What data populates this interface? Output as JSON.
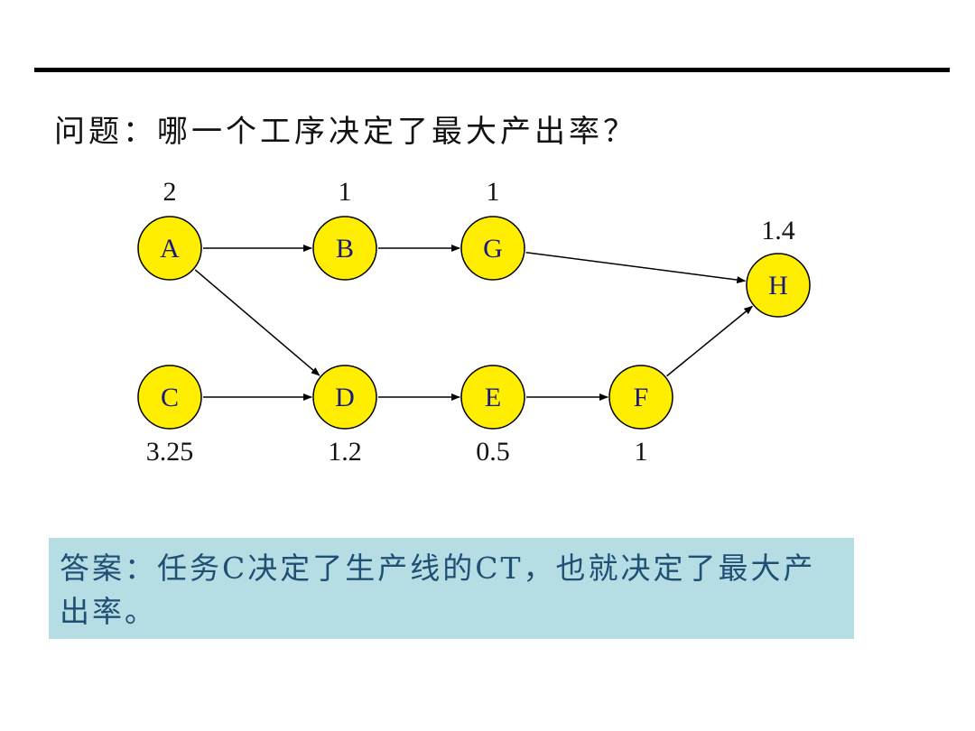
{
  "question": "问题：哪一个工序决定了最大产出率？",
  "answer": "答案：任务C决定了生产线的CT，也就决定了最大产出率。",
  "colors": {
    "node_fill": "#ffee00",
    "node_stroke": "#000000",
    "node_text": "#1a1a7a",
    "answer_bg": "#b7dde4",
    "answer_text": "#1f4f73"
  },
  "nodes": [
    {
      "id": "A",
      "label": "A",
      "time": "2"
    },
    {
      "id": "B",
      "label": "B",
      "time": "1"
    },
    {
      "id": "G",
      "label": "G",
      "time": "1"
    },
    {
      "id": "H",
      "label": "H",
      "time": "1.4"
    },
    {
      "id": "C",
      "label": "C",
      "time": "3.25"
    },
    {
      "id": "D",
      "label": "D",
      "time": "1.2"
    },
    {
      "id": "E",
      "label": "E",
      "time": "0.5"
    },
    {
      "id": "F",
      "label": "F",
      "time": "1"
    }
  ],
  "edges": [
    [
      "A",
      "B"
    ],
    [
      "B",
      "G"
    ],
    [
      "G",
      "H"
    ],
    [
      "A",
      "D"
    ],
    [
      "C",
      "D"
    ],
    [
      "D",
      "E"
    ],
    [
      "E",
      "F"
    ],
    [
      "F",
      "H"
    ]
  ]
}
